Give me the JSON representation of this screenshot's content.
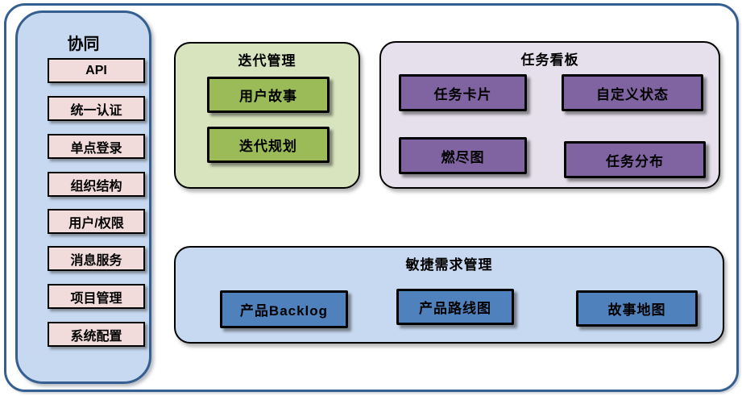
{
  "sidebar": {
    "title": "协同",
    "items": [
      "API",
      "统一认证",
      "单点登录",
      "组织结构",
      "用户/权限",
      "消息服务",
      "项目管理",
      "系统配置"
    ]
  },
  "groups": {
    "iteration": {
      "title": "迭代管理",
      "items": [
        "用户故事",
        "迭代规划"
      ]
    },
    "taskboard": {
      "title": "任务看板",
      "items": [
        "任务卡片",
        "自定义状态",
        "燃尽图",
        "任务分布"
      ]
    },
    "agile": {
      "title": "敏捷需求管理",
      "items": [
        "产品Backlog",
        "产品路线图",
        "故事地图"
      ]
    }
  },
  "colors": {
    "frame_border": "#365f91",
    "sidebar_fill": "#c6d9f1",
    "sidebar_item_fill": "#f2dcdb",
    "iteration_fill": "#d7e4bd",
    "iteration_item_fill": "#9bbb59",
    "taskboard_fill": "#e5e0ec",
    "taskboard_item_fill": "#8064a2",
    "agile_fill": "#c6d9f1",
    "agile_item_fill": "#4f81bd",
    "node_border": "#000000"
  }
}
